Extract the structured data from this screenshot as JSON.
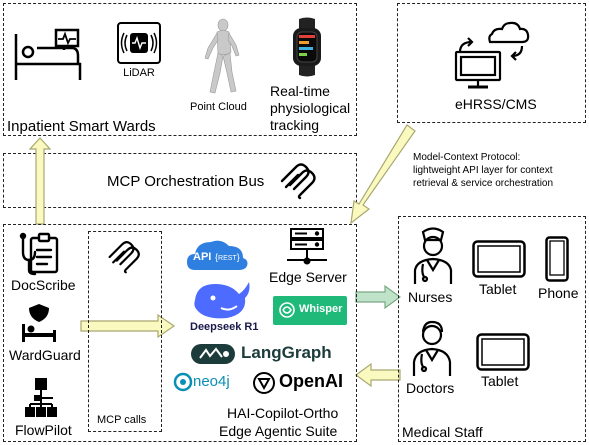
{
  "wards": {
    "title": "Inpatient Smart Wards",
    "lidar": "LiDAR",
    "point_cloud": "Point Cloud",
    "tracking_lines": [
      "Real-time",
      "physiological",
      "tracking"
    ]
  },
  "ehrss": {
    "label": "eHRSS/CMS"
  },
  "bus": {
    "label": "MCP Orchestration Bus"
  },
  "mcp_note": {
    "lines": [
      "Model-Context Protocol:",
      "lightweight API layer for context",
      "retrieval & service orchestration"
    ]
  },
  "suite": {
    "tools": {
      "docscribe": "DocScribe",
      "wardguard": "WardGuard",
      "flowpilot": "FlowPilot"
    },
    "mcp_calls": "MCP calls",
    "edge_server": "Edge Server",
    "logos": {
      "api": "API",
      "rest": "REST",
      "deepseek": "Deepseek R1",
      "whisper": "Whisper",
      "langgraph": "LangGraph",
      "neo4j": "neo4j",
      "openai": "OpenAI"
    },
    "title_lines": [
      "HAI-Copilot-Ortho",
      "Edge Agentic Suite"
    ]
  },
  "staff": {
    "title": "Medical Staff",
    "nurses": "Nurses",
    "doctors": "Doctors",
    "tablet_1": "Tablet",
    "tablet_2": "Tablet",
    "phone": "Phone"
  },
  "colors": {
    "arrow_fill": "#fafac0",
    "arrow_stroke": "#a8a870",
    "green_arrow": "#bfe3c8",
    "api_blue": "#2f7fe0",
    "deepseek_blue": "#4d6bfe",
    "whisper_green": "#1fb97a",
    "langgraph_dark": "#1c3c3c",
    "neo4j_teal": "#0a8fb5"
  }
}
